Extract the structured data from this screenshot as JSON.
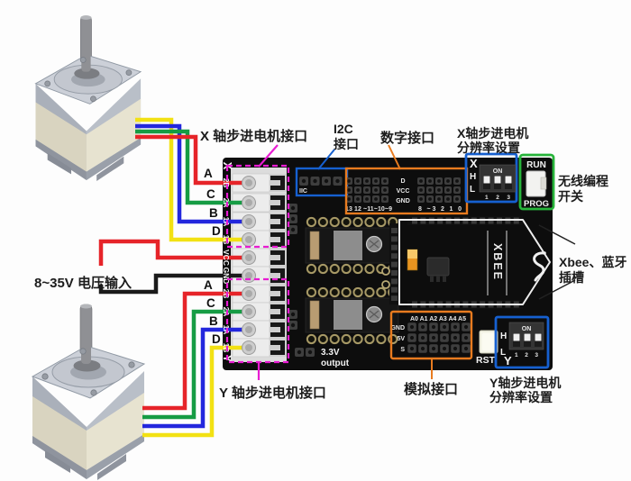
{
  "annotations": {
    "x_motor_port": "X 轴步进电机接口",
    "i2c_l1": "I2C",
    "i2c_l2": "接口",
    "digital": "数字接口",
    "x_res_l1": "X轴步进电机",
    "x_res_l2": "分辨率设置",
    "wireless_l1": "无线编程",
    "wireless_l2": "开关",
    "xbee_l1": "Xbee、蓝牙",
    "xbee_l2": "插槽",
    "power_input": "8~35V 电压输入",
    "y_motor_port": "Y 轴步进电机接口",
    "analog": "模拟接口",
    "y_res_l1": "Y轴步进电机",
    "y_res_l2": "分辨率设置"
  },
  "wire_labels": {
    "top": [
      "A",
      "C",
      "B",
      "D"
    ],
    "bottom": [
      "A",
      "C",
      "B",
      "D"
    ]
  },
  "board": {
    "axis_top": "X",
    "axis_bottom": "Y",
    "left_pins": [
      "2B",
      "2A",
      "1A",
      "1B",
      "VCC",
      "GND",
      "2B",
      "2A",
      "1A",
      "1B"
    ],
    "iic_label": "IIC",
    "digital_row_labels": [
      "D",
      "VCC",
      "GND"
    ],
    "digital_pins_left": "13 12 ~11~10~9",
    "digital_pins_right": "8 ~3 2 1 0",
    "x_dip": {
      "axis": "X",
      "high": "H",
      "low": "L",
      "on": "ON",
      "numbers": "1 2 3"
    },
    "y_dip": {
      "axis": "Y",
      "high": "H",
      "low": "L",
      "on": "ON",
      "numbers": "1 2 3"
    },
    "run_label": "RUN",
    "prog_label": "PROG",
    "xbee_label": "XBEE",
    "analog_col_labels": "A0 A1 A2 A3 A4 A5",
    "analog_row_labels": [
      "GND",
      "5V",
      "S"
    ],
    "rst_label": "RST",
    "v33_l1": "3.3V",
    "v33_l2": "output"
  },
  "colors": {
    "wire_red": "#e62429",
    "wire_green": "#169c44",
    "wire_blue": "#2327dd",
    "wire_yellow": "#f2e113",
    "wire_black": "#1a1a1a",
    "box_magenta": "#e81cd2",
    "box_blue": "#1660d0",
    "box_orange": "#e87b1f",
    "box_green": "#27b43a",
    "board_black": "#0d0d0d"
  }
}
